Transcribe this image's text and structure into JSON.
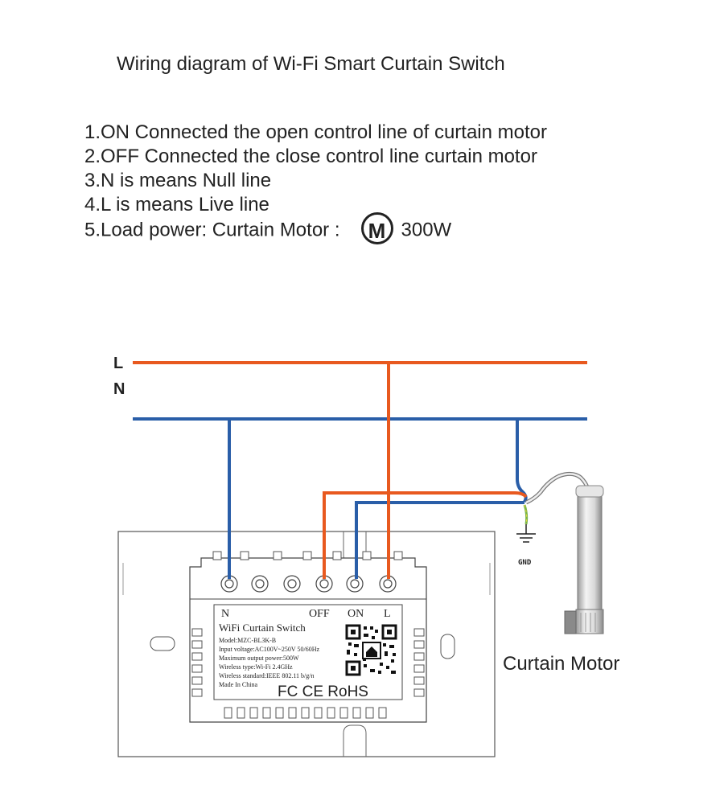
{
  "title": "Wiring diagram of Wi-Fi Smart Curtain Switch",
  "notes": [
    "1.ON Connected the open control line of curtain motor",
    "2.OFF Connected the close control line curtain motor",
    "3.N is means Null line",
    "4.L is means Live line",
    "5.Load power: Curtain Motor :"
  ],
  "motor_symbol": "M",
  "load_power": "300W",
  "wires": {
    "live": "L",
    "neutral": "N"
  },
  "colors": {
    "live": "#e8591f",
    "neutral": "#2a5ea8",
    "ground_green": "#7ab648"
  },
  "ground_label": "GND",
  "switch": {
    "terminal_labels": [
      "N",
      "OFF",
      "ON",
      "L"
    ],
    "product_name": "WiFi Curtain Switch",
    "specs": [
      "Model:MZC-BL3K-B",
      "Input voltage:AC100V~250V  50/60Hz",
      "Maximum output power:500W",
      "Wireless type:Wi-Fi 2.4GHz",
      "Wireless standard:IEEE 802.11 b/g/n",
      "Made In China"
    ],
    "cert_marks": "FC CE RoHS"
  },
  "motor_caption": "Curtain Motor"
}
